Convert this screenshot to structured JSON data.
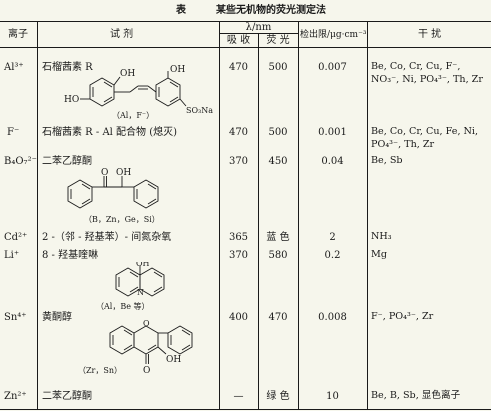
{
  "caption": {
    "label": "表",
    "title": "某些无机物的荧光测定法"
  },
  "header": {
    "ion": "离子",
    "reagent": "试 剂",
    "wavelength": "λ/nm",
    "absorption": "吸 收",
    "fluorescence": "荧 光",
    "limit": "检出限/μg·cm⁻³",
    "interference": "干 扰"
  },
  "rows": [
    {
      "ion": "Al³⁺",
      "reagent": "石榴茜素 R",
      "structure_caption": "（Al，F⁻）",
      "absorption": "470",
      "fluorescence": "500",
      "limit": "0.007",
      "interference": "Be, Co, Cr, Cu, F⁻, NO₃⁻, Ni, PO₄³⁻, Th, Zr"
    },
    {
      "ion": "F⁻",
      "reagent": "石榴茜素 R - Al 配合物 (熄灭)",
      "absorption": "470",
      "fluorescence": "500",
      "limit": "0.001",
      "interference": "Be, Co, Cr, Cu, Fe, Ni, PO₄³⁻, Th, Zr"
    },
    {
      "ion": "B₄O₇²⁻",
      "reagent": "二苯乙醇酮",
      "structure_caption": "（B，Zn，Ge，Si）",
      "absorption": "370",
      "fluorescence": "450",
      "limit": "0.04",
      "interference": "Be, Sb"
    },
    {
      "ion": "Cd²⁺",
      "reagent": "2 -（邻 - 羟基苯）- 间氮杂氧",
      "absorption": "365",
      "fluorescence": "蓝 色",
      "limit": "2",
      "interference": "NH₃"
    },
    {
      "ion": "Li⁺",
      "reagent": "8 - 羟基喹啉",
      "structure_caption": "（Al，Be 等）",
      "absorption": "370",
      "fluorescence": "580",
      "limit": "0.2",
      "interference": "Mg"
    },
    {
      "ion": "Sn⁴⁺",
      "reagent": "黄酮醇",
      "structure_caption": "（Zr，Sn）",
      "absorption": "400",
      "fluorescence": "470",
      "limit": "0.008",
      "interference": "F⁻, PO₄³⁻, Zr"
    },
    {
      "ion": "Zn²⁺",
      "reagent": "二苯乙醇酮",
      "absorption": "—",
      "fluorescence": "绿 色",
      "limit": "10",
      "interference": "Be, B, Sb, 显色离子"
    }
  ],
  "structures": {
    "alizarin_labels": {
      "oh": "OH",
      "so3na": "SO₃Na",
      "ho": "HO"
    },
    "benzoin_labels": {
      "o": "O",
      "oh": "OH"
    },
    "hq_labels": {
      "oh": "OH",
      "n": "N"
    },
    "flavonol_labels": {
      "o_ring": "O",
      "o_keto": "O",
      "oh": "OH"
    }
  }
}
